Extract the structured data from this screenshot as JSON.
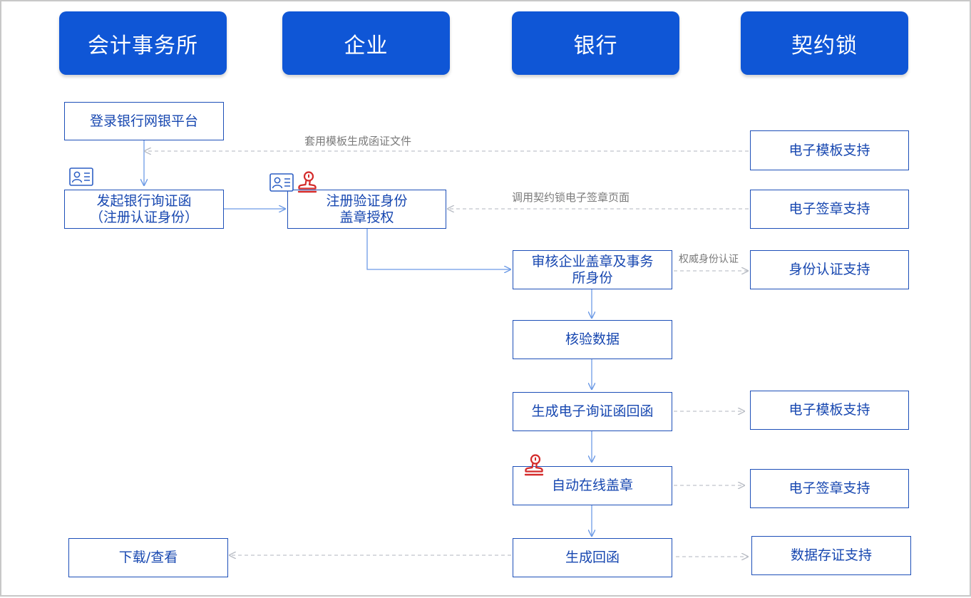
{
  "lanes": [
    "会计事务所",
    "企业",
    "银行",
    "契约锁"
  ],
  "nodes": {
    "login": "登录银行网银平台",
    "initiate": [
      "发起银行询证函",
      "（注册认证身份）"
    ],
    "enterprise_auth": [
      "注册验证身份",
      "盖章授权"
    ],
    "bank_review": [
      "审核企业盖章及事务",
      "所身份"
    ],
    "verify_data": "核验数据",
    "gen_reply": "生成电子询证函回函",
    "auto_seal": "自动在线盖章",
    "gen_return": "生成回函",
    "download": "下载/查看",
    "template_support_1": "电子模板支持",
    "sign_support_1": "电子签章支持",
    "id_support": "身份认证支持",
    "template_support_2": "电子模板支持",
    "sign_support_2": "电子签章支持",
    "evidence_support": "数据存证支持"
  },
  "edge_labels": {
    "template": "套用模板生成函证文件",
    "sign_page": "调用契约锁电子签章页面",
    "id_auth": "权威身份认证"
  },
  "colors": {
    "header_fill": "#0f56d6",
    "box_border": "#1d4fb8",
    "box_text": "#1747b0",
    "solid_arrow": "#6d9be6",
    "dashed_arrow": "#c0c4cc",
    "stamp_icon": "#d42b2b",
    "id_card_icon": "#2d5fc4"
  },
  "icons": [
    "id-card-icon",
    "stamp-icon"
  ]
}
